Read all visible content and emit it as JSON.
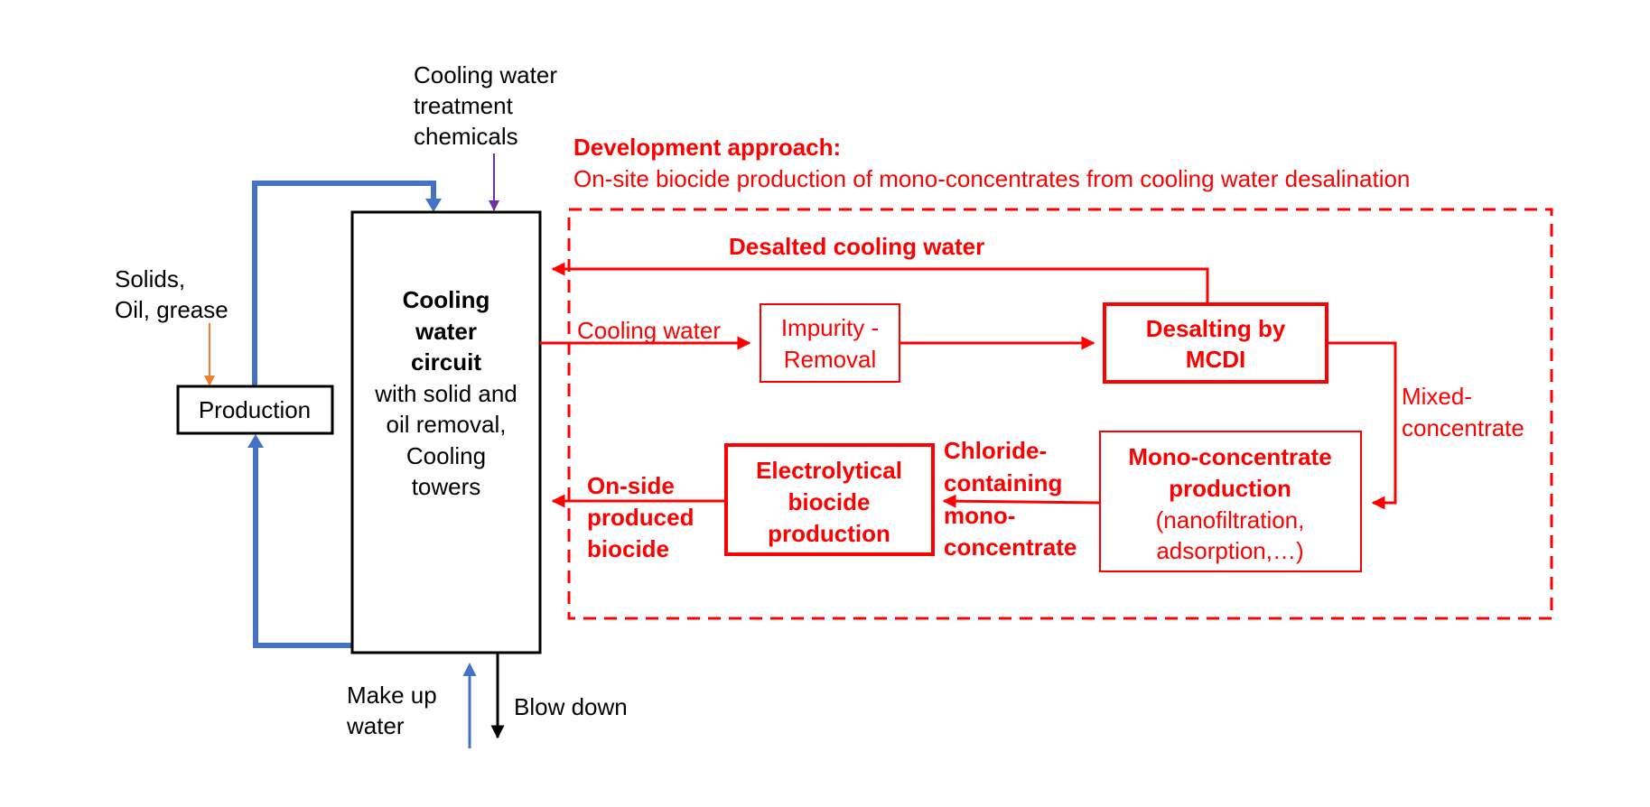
{
  "colors": {
    "main_flow": "#4472c4",
    "chemicals_arrow": "#7030a0",
    "solids_arrow": "#ed7d31",
    "development": "#ff0000",
    "outline": "#000000"
  },
  "left": {
    "chemicals_label": [
      "Cooling water",
      "treatment",
      "chemicals"
    ],
    "solids_label": [
      "Solids,",
      "Oil, grease"
    ],
    "production_box": "Production",
    "cooling_box": {
      "title": [
        "Cooling",
        "water",
        "circuit"
      ],
      "detail": [
        "with solid and",
        "oil removal,",
        "Cooling",
        "towers"
      ]
    },
    "makeup_label": [
      "Make up",
      "water"
    ],
    "blowdown_label": "Blow down"
  },
  "development": {
    "title": "Development approach:",
    "subtitle": "On-site biocide production of mono-concentrates from cooling water desalination",
    "desalted_label": "Desalted cooling water",
    "cooling_water_label": "Cooling water",
    "impurity_box": [
      "Impurity -",
      "Removal"
    ],
    "desalting_box": [
      "Desalting by",
      "MCDI"
    ],
    "mixed_label": [
      "Mixed-",
      "concentrate"
    ],
    "mono_box": {
      "title": [
        "Mono-concentrate",
        "production"
      ],
      "detail": [
        "(nanofiltration,",
        "adsorption,…)"
      ]
    },
    "chloride_label": [
      "Chloride-",
      "containing",
      "mono-",
      "concentrate"
    ],
    "electro_box": [
      "Electrolytical",
      "biocide",
      "production"
    ],
    "onside_label": [
      "On-side",
      "produced",
      "biocide"
    ]
  }
}
